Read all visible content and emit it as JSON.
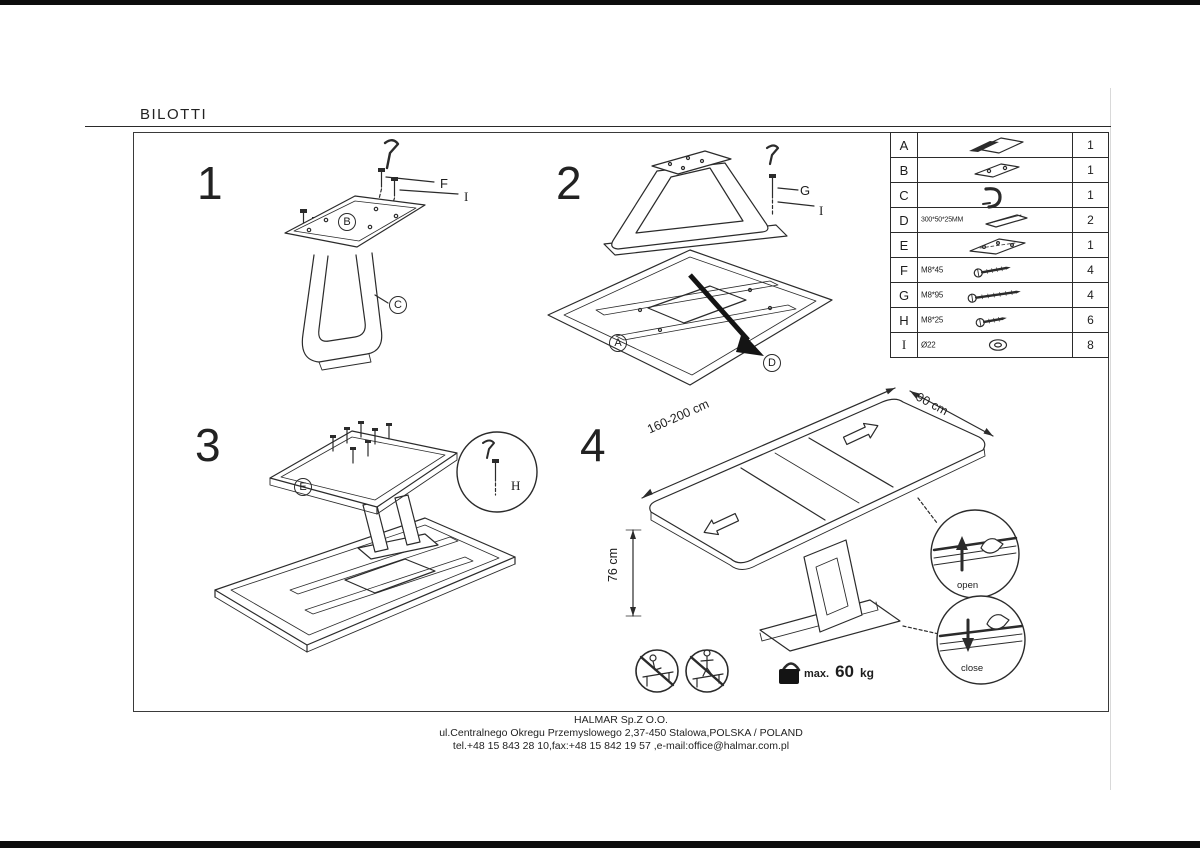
{
  "title": "BILOTTI",
  "parts": {
    "rows": [
      {
        "letter": "A",
        "spec": "",
        "qty": "1"
      },
      {
        "letter": "B",
        "spec": "",
        "qty": "1"
      },
      {
        "letter": "C",
        "spec": "",
        "qty": "1"
      },
      {
        "letter": "D",
        "spec": "300*50*25MM",
        "qty": "2"
      },
      {
        "letter": "E",
        "spec": "",
        "qty": "1"
      },
      {
        "letter": "F",
        "spec": "M8*45",
        "qty": "4"
      },
      {
        "letter": "G",
        "spec": "M8*95",
        "qty": "4"
      },
      {
        "letter": "H",
        "spec": "M8*25",
        "qty": "6"
      },
      {
        "letter": "I",
        "spec": "Ø22",
        "qty": "8"
      }
    ]
  },
  "steps": {
    "s1": {
      "number": "1",
      "label_f": "F",
      "label_i": "I",
      "label_b": "B",
      "label_c": "C"
    },
    "s2": {
      "number": "2",
      "label_g": "G",
      "label_i": "I",
      "label_a": "A",
      "label_d": "D"
    },
    "s3": {
      "number": "3",
      "label_e": "E",
      "label_h": "H"
    },
    "s4": {
      "number": "4"
    }
  },
  "dimensions": {
    "length": "160-200 cm",
    "width": "90 cm",
    "height": "76 cm"
  },
  "details": {
    "open": "open",
    "close": "close"
  },
  "load": {
    "prefix": "max.",
    "value": "60",
    "unit": "kg"
  },
  "footer": {
    "line1": "HALMAR Sp.Z O.O.",
    "line2": "ul.Centralnego Okregu Przemyslowego 2,37-450 Stalowa,POLSKA / POLAND",
    "line3": "tel.+48 15 843 28 10,fax:+48 15 842 19 57 ,e-mail:office@halmar.com.pl"
  }
}
